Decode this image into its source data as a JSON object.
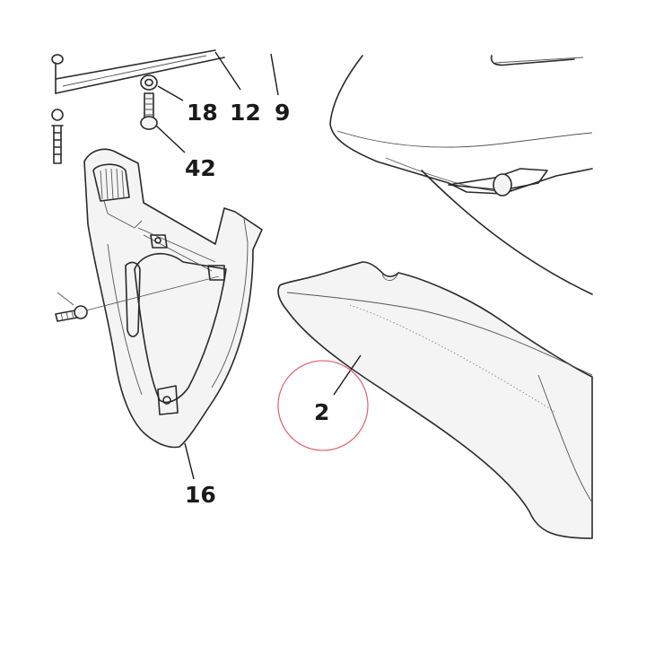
{
  "diagram": {
    "callouts": [
      {
        "id": "18",
        "label": "18"
      },
      {
        "id": "12",
        "label": "12"
      },
      {
        "id": "9",
        "label": "9"
      },
      {
        "id": "42",
        "label": "42"
      },
      {
        "id": "16",
        "label": "16"
      },
      {
        "id": "2",
        "label": "2"
      }
    ],
    "highlighted_callout": "2"
  },
  "colors": {
    "highlight_circle": "#d9707c",
    "line": "#2a2a2a",
    "shading": "#f4f4f4"
  }
}
